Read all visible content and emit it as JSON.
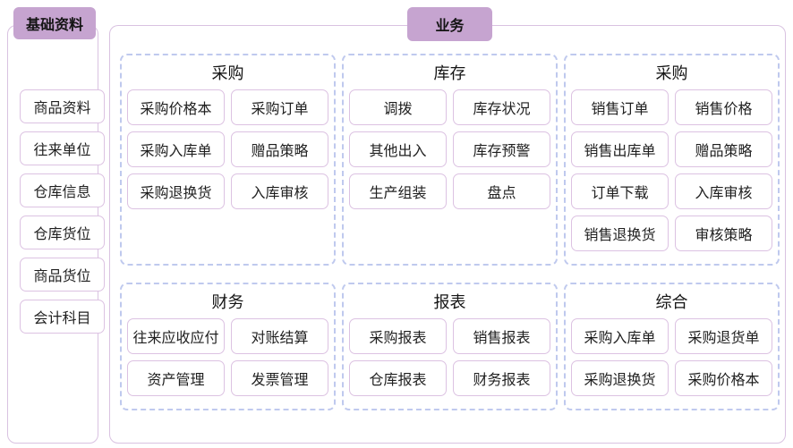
{
  "colors": {
    "tab_background": "#c6a4d0",
    "container_border": "#d9c2e1",
    "button_border": "#dcc2e2",
    "section_dashed_border": "#bfc9ee",
    "text": "#1f1f1f",
    "background": "#ffffff"
  },
  "sidebar": {
    "title": "基础资料",
    "items": [
      "商品资料",
      "往来单位",
      "仓库信息",
      "仓库货位",
      "商品货位",
      "会计科目"
    ]
  },
  "main": {
    "title": "业务",
    "sections": [
      {
        "title": "采购",
        "items": [
          "采购价格本",
          "采购订单",
          "采购入库单",
          "赠品策略",
          "采购退换货",
          "入库审核"
        ]
      },
      {
        "title": "库存",
        "items": [
          "调拨",
          "库存状况",
          "其他出入",
          "库存预警",
          "生产组装",
          "盘点"
        ]
      },
      {
        "title": "采购",
        "items": [
          "销售订单",
          "销售价格",
          "销售出库单",
          "赠品策略",
          "订单下载",
          "入库审核",
          "销售退换货",
          "审核策略"
        ]
      },
      {
        "title": "财务",
        "items": [
          "往来应收应付",
          "对账结算",
          "资产管理",
          "发票管理"
        ]
      },
      {
        "title": "报表",
        "items": [
          "采购报表",
          "销售报表",
          "仓库报表",
          "财务报表"
        ]
      },
      {
        "title": "综合",
        "items": [
          "采购入库单",
          "采购退货单",
          "采购退换货",
          "采购价格本"
        ]
      }
    ]
  }
}
